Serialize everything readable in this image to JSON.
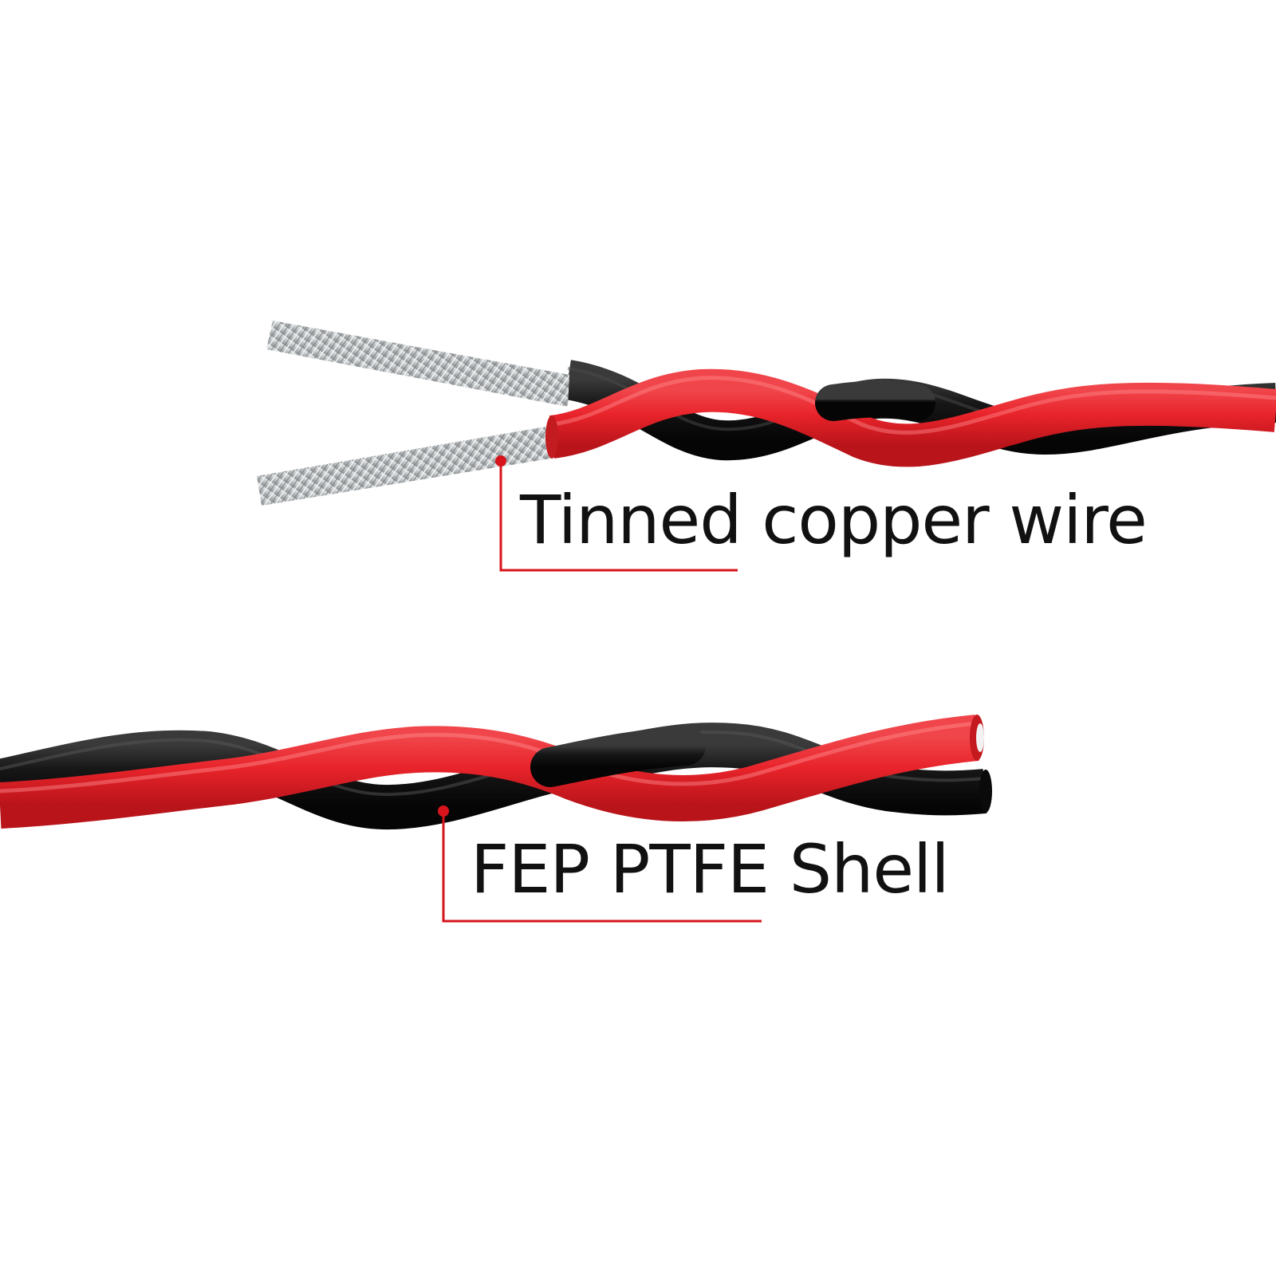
{
  "annotations": [
    {
      "id": "tinned",
      "text": "Tinned copper wire"
    },
    {
      "id": "shell",
      "text": "FEP PTFE Shell"
    }
  ],
  "colors": {
    "background": "#ffffff",
    "insulation_red": "#e8232a",
    "insulation_black": "#141414",
    "tinned_copper": "#c9cccd",
    "leader_line": "#d7141c",
    "label_text": "#111111"
  },
  "icons": {
    "top_cable": "stripped-twisted-pair-wire",
    "bottom_cable": "twisted-pair-wire"
  }
}
